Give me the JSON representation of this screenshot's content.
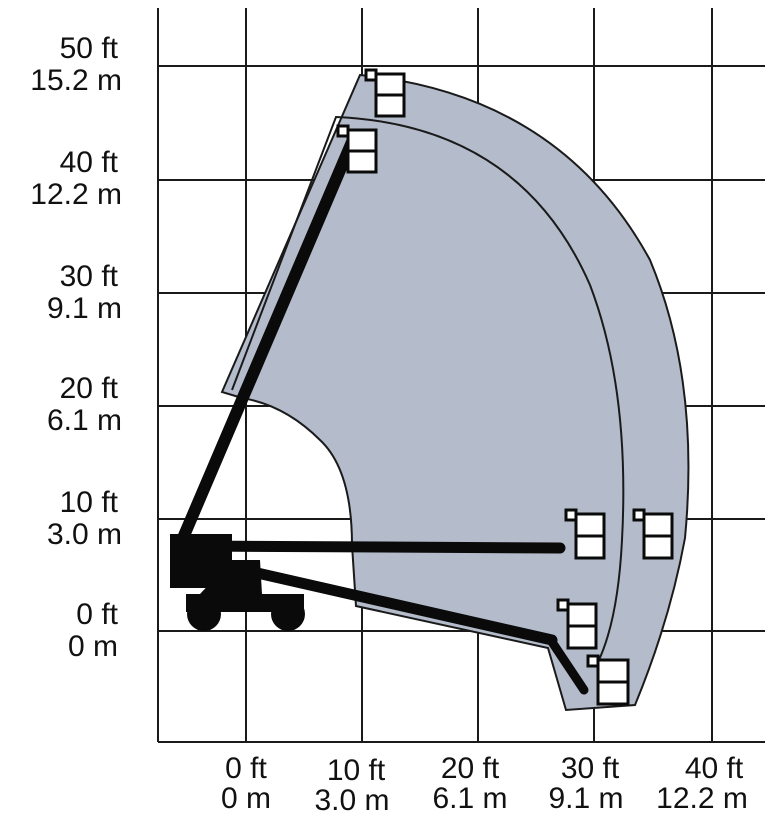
{
  "y_labels": [
    {
      "ft": "50 ft",
      "m": "15.2 m"
    },
    {
      "ft": "40 ft",
      "m": "12.2 m"
    },
    {
      "ft": "30 ft",
      "m": "9.1 m"
    },
    {
      "ft": "20 ft",
      "m": "6.1 m"
    },
    {
      "ft": "10 ft",
      "m": "3.0 m"
    },
    {
      "ft": "0 ft",
      "m": "0 m"
    }
  ],
  "x_labels": [
    {
      "ft": "0 ft",
      "m": "0 m"
    },
    {
      "ft": "10 ft",
      "m": "3.0 m"
    },
    {
      "ft": "20 ft",
      "m": "6.1 m"
    },
    {
      "ft": "30 ft",
      "m": "9.1 m"
    },
    {
      "ft": "40 ft",
      "m": "12.2 m"
    }
  ],
  "colors": {
    "envelope_fill": "#b4bccb",
    "outline": "#1a1a1a",
    "grid": "#1a1a1a",
    "boom": "#0a0a0a",
    "platform": "#ffffff"
  }
}
